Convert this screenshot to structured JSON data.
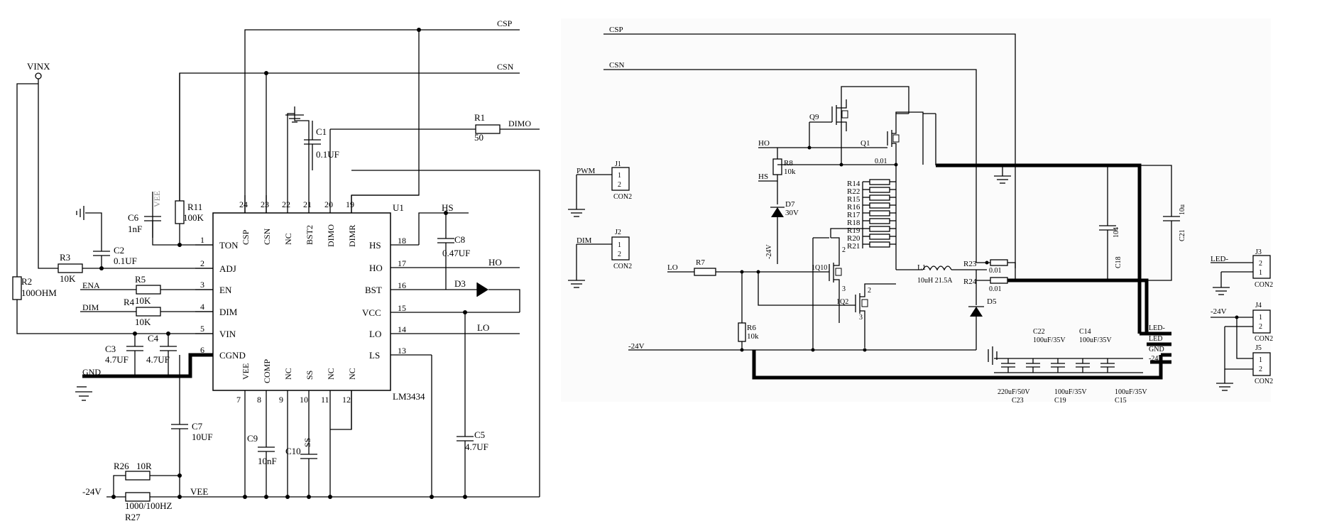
{
  "left": {
    "nets": {
      "csp": "CSP",
      "csn": "CSN",
      "vinx": "VINX",
      "ena": "ENA",
      "dim": "DIM",
      "gnd": "GND",
      "neg24v": "-24V",
      "vee_bottom": "VEE",
      "vee_rot": "VEE",
      "hs": "HS",
      "ho": "HO",
      "lo": "LO",
      "dimo": "DIMO"
    },
    "chip": {
      "ref": "U1",
      "part": "LM3434",
      "top_pins": [
        {
          "num": "24",
          "name": "CSP"
        },
        {
          "num": "23",
          "name": "CSN"
        },
        {
          "num": "22",
          "name": "NC"
        },
        {
          "num": "21",
          "name": "BST2"
        },
        {
          "num": "20",
          "name": "DIMO"
        },
        {
          "num": "19",
          "name": "DIMR"
        }
      ],
      "left_pins": [
        {
          "num": "1",
          "name": "TON"
        },
        {
          "num": "2",
          "name": "ADJ"
        },
        {
          "num": "3",
          "name": "EN"
        },
        {
          "num": "4",
          "name": "DIM"
        },
        {
          "num": "5",
          "name": "VIN"
        },
        {
          "num": "6",
          "name": "CGND"
        }
      ],
      "right_pins": [
        {
          "num": "18",
          "name": "HS"
        },
        {
          "num": "17",
          "name": "HO"
        },
        {
          "num": "16",
          "name": "BST"
        },
        {
          "num": "15",
          "name": "VCC"
        },
        {
          "num": "14",
          "name": "LO"
        },
        {
          "num": "13",
          "name": "LS"
        }
      ],
      "bottom_pins": [
        {
          "num": "7",
          "name": "VEE"
        },
        {
          "num": "8",
          "name": "COMP"
        },
        {
          "num": "9",
          "name": "NC"
        },
        {
          "num": "10",
          "name": "SS"
        },
        {
          "num": "11",
          "name": "NC"
        },
        {
          "num": "12",
          "name": "NC"
        }
      ]
    },
    "parts": {
      "r1_ref": "R1",
      "r1_val": "50",
      "r2_ref": "R2",
      "r2_val": "100OHM",
      "r3_ref": "R3",
      "r3_val": "10K",
      "r4_ref": "R4",
      "r4_val": "10K",
      "r5_ref": "R5",
      "r5_val": "10K",
      "r11_ref": "R11",
      "r11_val": "100K",
      "r26_ref": "R26",
      "r26_val": "10R",
      "r27_ref": "R27",
      "r27_val": "1000/100HZ",
      "c1_ref": "C1",
      "c1_val": "0.1UF",
      "c2_ref": "C2",
      "c2_val": "0.1UF",
      "c3_ref": "C3",
      "c3_val": "4.7UF",
      "c4_ref": "C4",
      "c4_val": "4.7UF",
      "c5_ref": "C5",
      "c5_val": "4.7UF",
      "c6_ref": "C6",
      "c6_val": "1nF",
      "c7_ref": "C7",
      "c7_val": "10UF",
      "c8_ref": "C8",
      "c8_val": "0.47UF",
      "c9_ref": "C9",
      "c9_val": "10nF",
      "c10_ref": "C10",
      "c10_val": "SS",
      "d3_ref": "D3"
    }
  },
  "right": {
    "nets": {
      "csp": "CSP",
      "csn": "CSN",
      "ho": "HO",
      "hs": "HS",
      "lo": "LO",
      "neg24v": "-24V",
      "pwm": "PWM",
      "dim": "DIM",
      "led_minus": "LED-",
      "neg24v_j4": "-24V"
    },
    "connectors": {
      "j1_ref": "J1",
      "j1_type": "CON2",
      "j1_p1": "1",
      "j1_p2": "2",
      "j2_ref": "J2",
      "j2_type": "CON2",
      "j2_p1": "1",
      "j2_p2": "2",
      "j3_ref": "J3",
      "j3_type": "CON2",
      "j3_p1": "2",
      "j3_p2": "1",
      "j4_ref": "J4",
      "j4_type": "CON2",
      "j4_p1": "1",
      "j4_p2": "2",
      "j5_ref": "J5",
      "j5_type": "CON2",
      "j5_p1": "1",
      "j5_p2": "2"
    },
    "parts": {
      "q9": "Q9",
      "q1": "Q1",
      "q10": "1Q10",
      "q2": "1Q2",
      "r8_ref": "R8",
      "r8_val": "10k",
      "r6_ref": "R6",
      "r6_val": "10k",
      "r7_ref": "R7",
      "sense_val": "0.01",
      "sense_refs": [
        "R14",
        "R22",
        "R15",
        "R16",
        "R17",
        "R18",
        "R19",
        "R20",
        "R21"
      ],
      "d7_ref": "D7",
      "d7_val": "30V",
      "d5_ref": "D5",
      "l1_ref": "L1",
      "l1_val": "10uH 21.5A",
      "r23_ref": "R23",
      "r23_val": "0.01",
      "r24_ref": "R24",
      "r24_val": "0.01",
      "c18_ref": "C18",
      "c18_val": "104",
      "c21_ref": "C21",
      "c21_val": "10u",
      "c22_ref": "C22",
      "c22_val": "100uF/35V",
      "c14_ref": "C14",
      "c14_val": "100uF/35V",
      "c23_ref": "C23",
      "c23_val": "220uF/50V",
      "c19_ref": "C19",
      "c19_val": "100uF/35V",
      "c15_ref": "C15",
      "c15_val": "100uF/35V",
      "neg24_vert": "-24V",
      "q10_pin2": "2",
      "q10_pin3": "3",
      "q2_pin2": "2",
      "q2_pin3": "3"
    },
    "bus_labels": {
      "led_minus": "LED-",
      "led": "LED",
      "gnd": "GND",
      "neg24": "-24V"
    }
  }
}
